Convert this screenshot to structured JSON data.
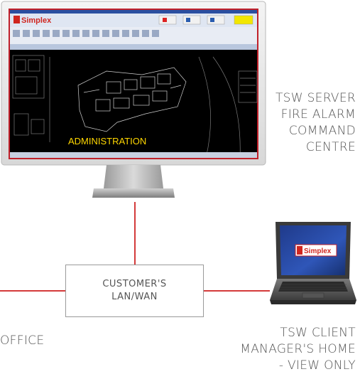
{
  "colors": {
    "connector": "#d43a3a",
    "label_text": "#555555",
    "screen_bg": "#000000",
    "monitor_frame": "#e8e8e8",
    "screen_border": "#c0202a",
    "floorplan_highlight": "#ffd700"
  },
  "monitor": {
    "app_logo": "Simplex",
    "floorplan_caption": "ADMINISTRATION"
  },
  "laptop": {
    "screen_logo": "Simplex"
  },
  "server_label": {
    "line1": "TSW SERVER",
    "line2": "FIRE ALARM",
    "line3": "COMMAND",
    "line4": "CENTRE"
  },
  "network_box": {
    "line1": "CUSTOMER'S",
    "line2": "LAN/WAN"
  },
  "client_label": {
    "line1": "TSW CLIENT",
    "line2": "MANAGER'S HOME",
    "line3": "- VIEW ONLY"
  },
  "left_label": {
    "text": "OFFICE"
  }
}
